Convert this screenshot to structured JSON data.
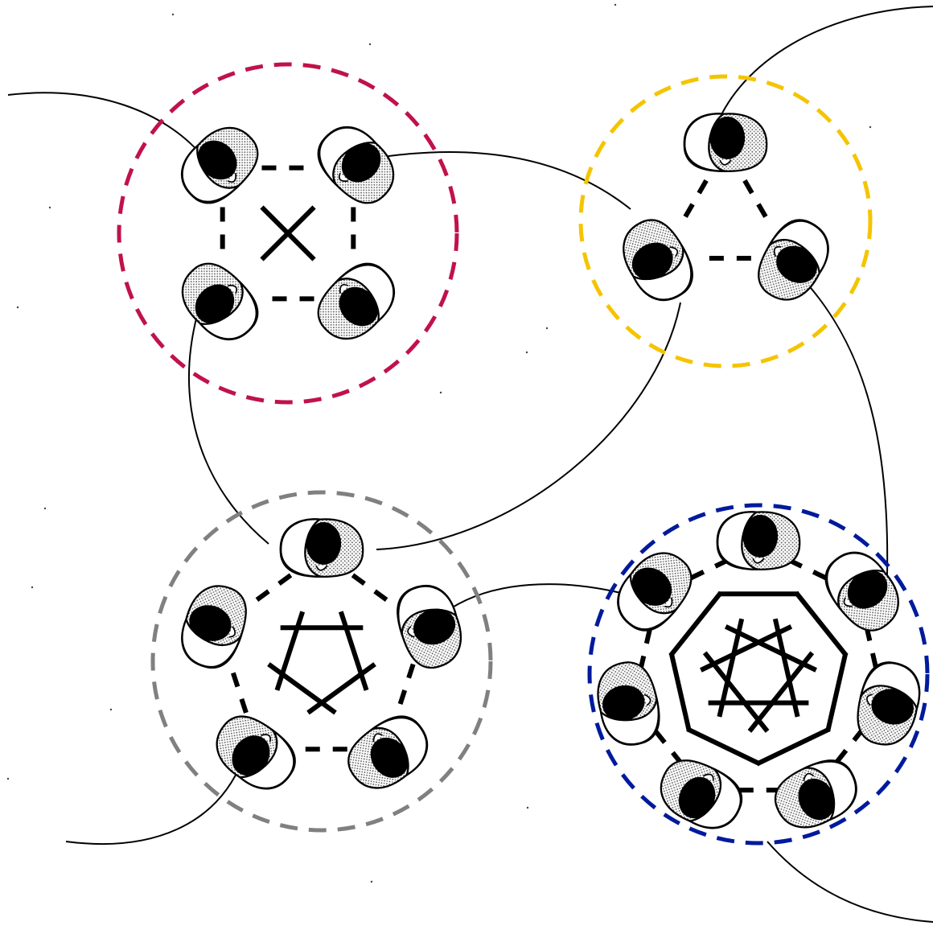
{
  "diagram": {
    "description_free": true,
    "groups": [
      {
        "id": "group-4",
        "members": 4,
        "ring_color": "#c0124a"
      },
      {
        "id": "group-3",
        "members": 3,
        "ring_color": "#f5c400"
      },
      {
        "id": "group-5",
        "members": 5,
        "ring_color": "#808080"
      },
      {
        "id": "group-7",
        "members": 7,
        "ring_color": "#001a9c"
      }
    ],
    "connections": [
      [
        "group-4",
        "group-3"
      ],
      [
        "group-4",
        "group-5"
      ],
      [
        "group-3",
        "group-5"
      ],
      [
        "group-3",
        "group-7"
      ],
      [
        "group-5",
        "group-7"
      ]
    ],
    "icons": {
      "person": "person-topdown-icon"
    }
  }
}
